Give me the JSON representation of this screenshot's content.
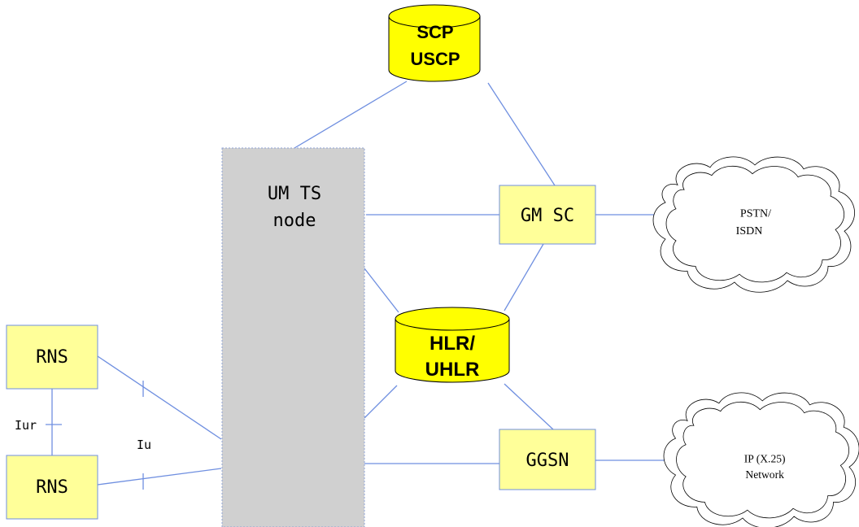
{
  "colors": {
    "box_fill": "#ffff99",
    "cylinder_fill": "#ffff00",
    "node_fill": "#d0d0d0",
    "link": "#6f8fe0"
  },
  "nodes": {
    "scp": {
      "line1": "SCP",
      "line2": "USCP"
    },
    "umts": {
      "line1": "UM TS",
      "line2": "node"
    },
    "gmsc": {
      "label": "GM SC"
    },
    "hlr": {
      "line1": "HLR/",
      "line2": "UHLR"
    },
    "ggsn": {
      "label": "GGSN"
    },
    "rns_top": {
      "label": "RNS"
    },
    "rns_bottom": {
      "label": "RNS"
    }
  },
  "clouds": {
    "pstn": {
      "line1": "PSTN/",
      "line2": "ISDN"
    },
    "ip": {
      "line1": "IP (X.25)",
      "line2": "Network"
    }
  },
  "interfaces": {
    "iur": "Iur",
    "iu": "Iu"
  }
}
